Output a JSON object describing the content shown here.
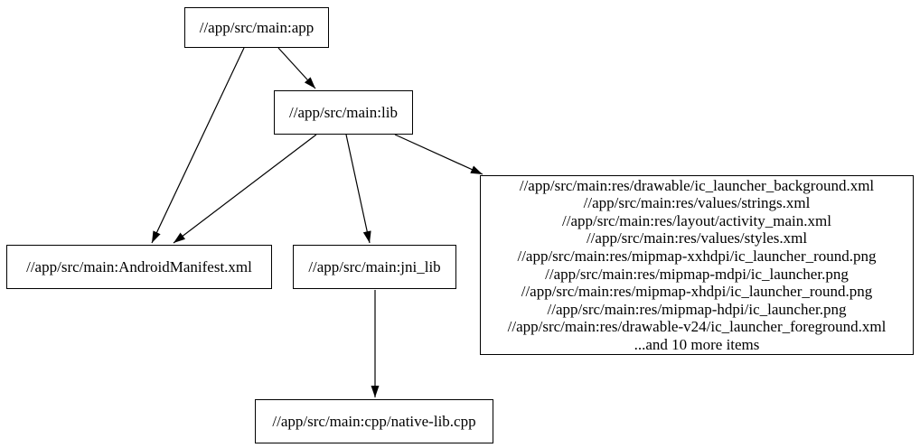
{
  "diagram": {
    "type": "dependency-graph",
    "nodes": {
      "app": {
        "label": "//app/src/main:app"
      },
      "lib": {
        "label": "//app/src/main:lib"
      },
      "manifest": {
        "label": "//app/src/main:AndroidManifest.xml"
      },
      "jni_lib": {
        "label": "//app/src/main:jni_lib"
      },
      "resources": {
        "lines": [
          "//app/src/main:res/drawable/ic_launcher_background.xml",
          "//app/src/main:res/values/strings.xml",
          "//app/src/main:res/layout/activity_main.xml",
          "//app/src/main:res/values/styles.xml",
          "//app/src/main:res/mipmap-xxhdpi/ic_launcher_round.png",
          "//app/src/main:res/mipmap-mdpi/ic_launcher.png",
          "//app/src/main:res/mipmap-xhdpi/ic_launcher_round.png",
          "//app/src/main:res/mipmap-hdpi/ic_launcher.png",
          "//app/src/main:res/drawable-v24/ic_launcher_foreground.xml",
          "...and 10 more items"
        ]
      },
      "native_lib": {
        "label": "//app/src/main:cpp/native-lib.cpp"
      }
    },
    "edges": [
      {
        "from": "//app/src/main:app",
        "to": "//app/src/main:lib"
      },
      {
        "from": "//app/src/main:app",
        "to": "//app/src/main:AndroidManifest.xml"
      },
      {
        "from": "//app/src/main:lib",
        "to": "//app/src/main:AndroidManifest.xml"
      },
      {
        "from": "//app/src/main:lib",
        "to": "//app/src/main:jni_lib"
      },
      {
        "from": "//app/src/main:lib",
        "to": "resources-file-group"
      },
      {
        "from": "//app/src/main:jni_lib",
        "to": "//app/src/main:cpp/native-lib.cpp"
      }
    ],
    "colors": {
      "background": "#ffffff",
      "node_border": "#000000",
      "text": "#000000",
      "edge": "#000000"
    }
  }
}
